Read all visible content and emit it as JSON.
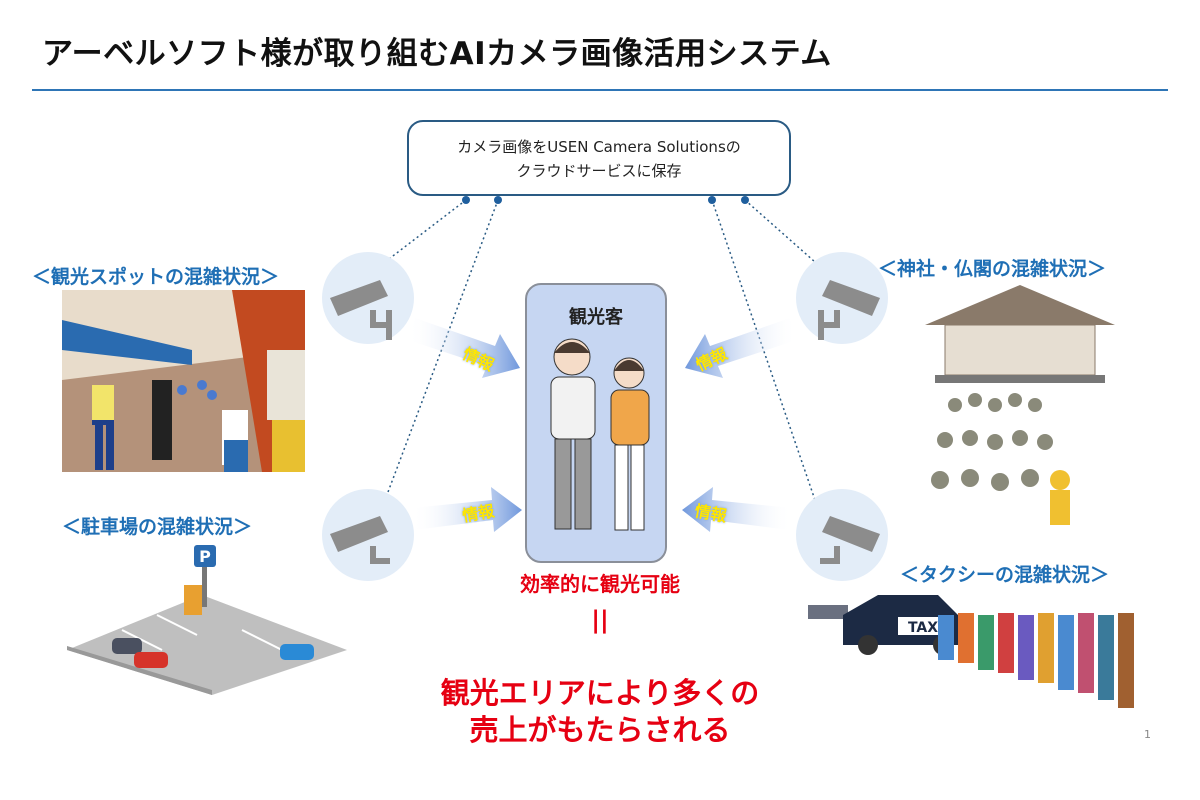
{
  "title": "アーベルソフト様が取り組むAIカメラ画像活用システム",
  "cloud": {
    "line1": "カメラ画像をUSEN  Camera Solutionsの",
    "line2": "クラウドサービスに保存"
  },
  "center": {
    "label": "観光客",
    "benefit": "効率的に観光可能",
    "equals": "||",
    "result_line1": "観光エリアにより多くの",
    "result_line2": "売上がもたらされる"
  },
  "arrow_label": "情報",
  "sections": {
    "tourist_spot": "＜観光スポットの混雑状況＞",
    "parking": "＜駐車場の混雑状況＞",
    "shrine": "＜神社・仏閣の混雑状況＞",
    "taxi": "＜タクシーの混雑状況＞"
  },
  "taxi_sign": "TAX",
  "parking_sign": "P",
  "page_number": "1",
  "colors": {
    "accent": "#2e75b6",
    "label_blue": "#1f6fb5",
    "red": "#e60012",
    "box_fill": "#c6d6f2"
  }
}
